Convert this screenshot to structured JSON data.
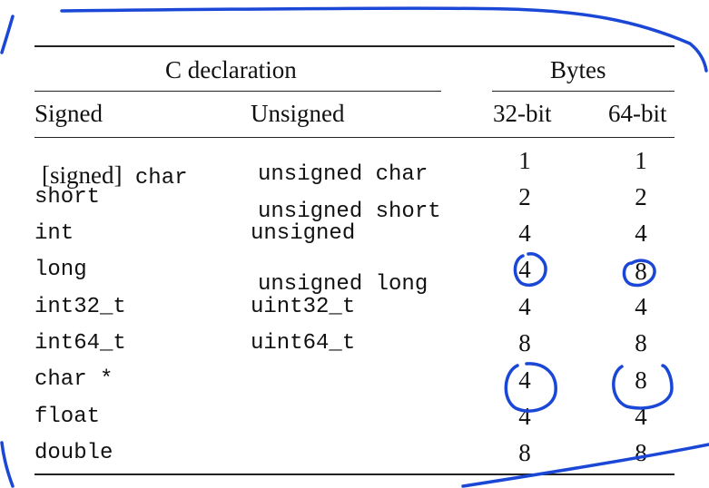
{
  "header": {
    "group_declaration": "C declaration",
    "group_bytes": "Bytes",
    "col_signed": "Signed",
    "col_unsigned": "Unsigned",
    "col_32": "32-bit",
    "col_64": "64-bit"
  },
  "rows": [
    {
      "signed_bracket": "[signed]",
      "signed": "char",
      "unsigned_kw": "unsigned",
      "unsigned": "char",
      "b32": "1",
      "b64": "1"
    },
    {
      "signed_bracket": "",
      "signed": "short",
      "unsigned_kw": "unsigned",
      "unsigned": "short",
      "b32": "2",
      "b64": "2"
    },
    {
      "signed_bracket": "",
      "signed": "int",
      "unsigned_kw": "unsigned",
      "unsigned": "",
      "b32": "4",
      "b64": "4"
    },
    {
      "signed_bracket": "",
      "signed": "long",
      "unsigned_kw": "unsigned",
      "unsigned": "long",
      "b32": "4",
      "b64": "8"
    },
    {
      "signed_bracket": "",
      "signed": "int32_t",
      "unsigned_kw": "uint32_t",
      "unsigned": "",
      "b32": "4",
      "b64": "4"
    },
    {
      "signed_bracket": "",
      "signed": "int64_t",
      "unsigned_kw": "uint64_t",
      "unsigned": "",
      "b32": "8",
      "b64": "8"
    },
    {
      "signed_bracket": "",
      "signed": "char *",
      "unsigned_kw": "",
      "unsigned": "",
      "b32": "4",
      "b64": "8"
    },
    {
      "signed_bracket": "",
      "signed": "float",
      "unsigned_kw": "",
      "unsigned": "",
      "b32": "4",
      "b64": "4"
    },
    {
      "signed_bracket": "",
      "signed": "double",
      "unsigned_kw": "",
      "unsigned": "",
      "b32": "8",
      "b64": "8"
    }
  ],
  "annotation_color": "#1a47d6"
}
